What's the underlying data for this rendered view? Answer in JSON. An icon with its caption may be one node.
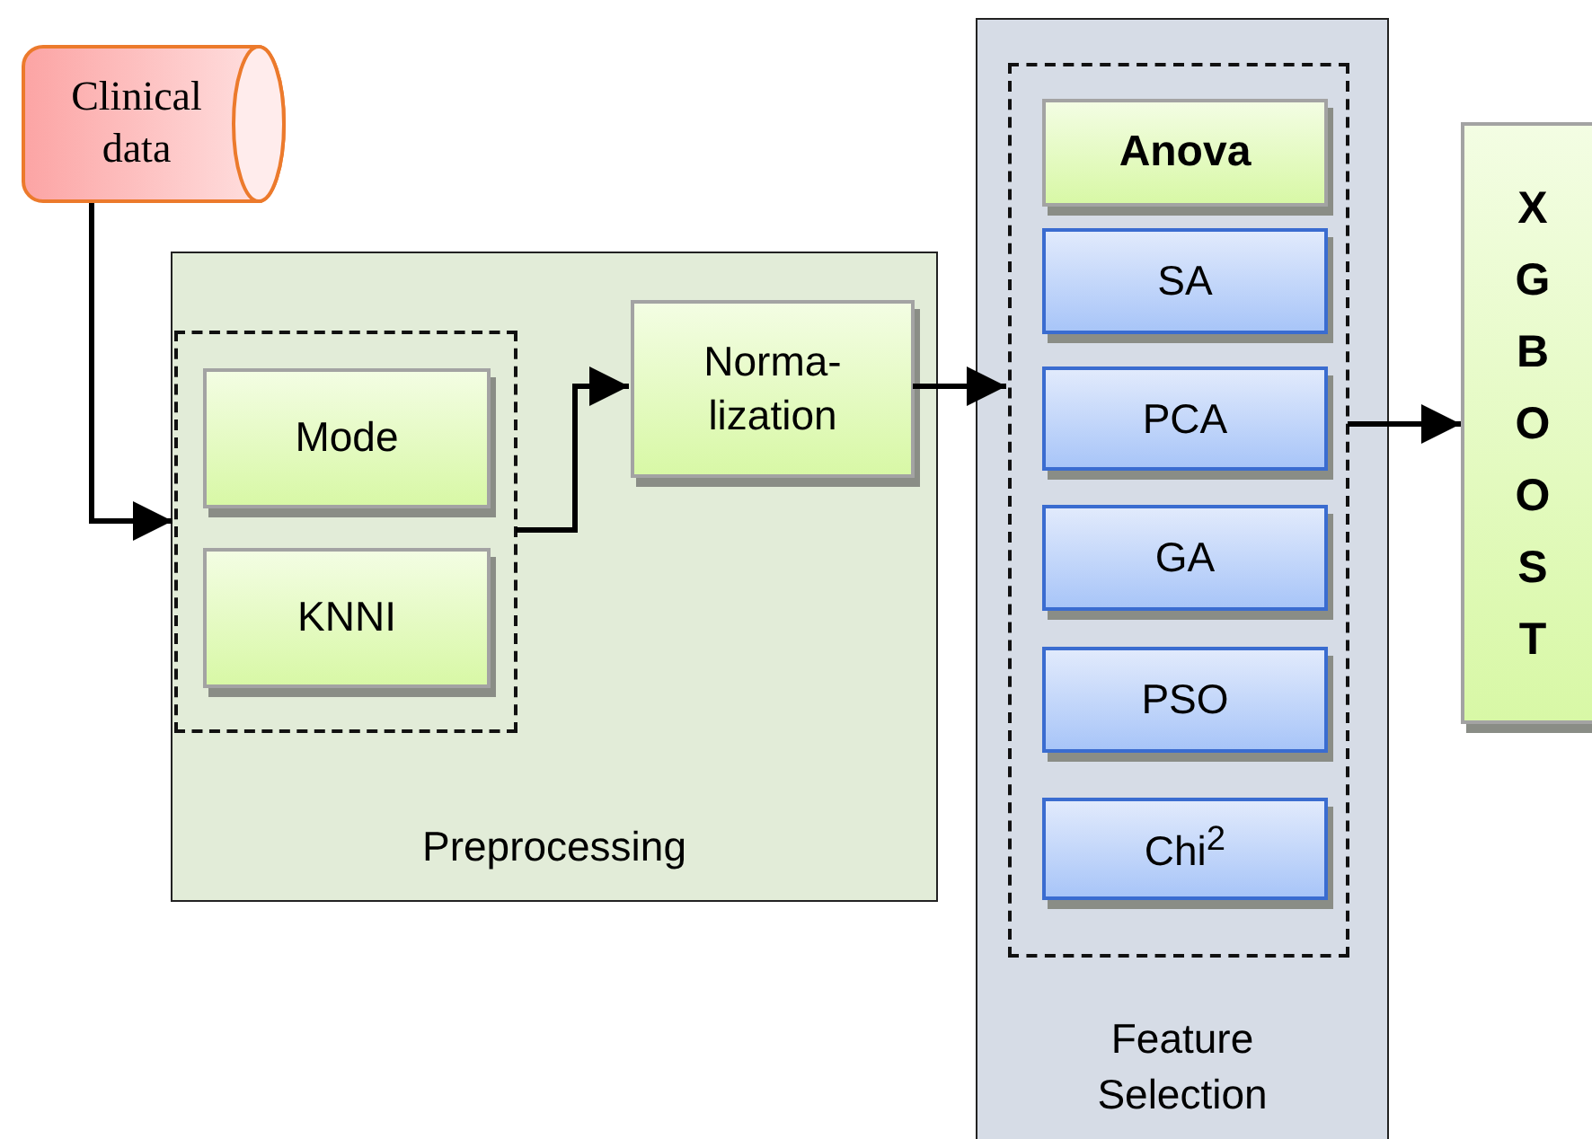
{
  "diagram": {
    "nodes": [
      {
        "text": [
          "Clinical data"
        ]
      },
      {
        "text": [
          "Preprocessing"
        ]
      },
      {
        "text": [],
        "shape": "box",
        "in": 1
      },
      {
        "text": [
          "Mode"
        ],
        "in": 2
      },
      {
        "text": [
          "KNNI"
        ],
        "in": 2
      },
      {
        "text": [
          "Norma- lization"
        ],
        "in": 1
      },
      {
        "text": [
          "Feature Selection"
        ]
      },
      {
        "text": [],
        "shape": "box",
        "in": 6
      },
      {
        "text": [
          "Anova"
        ],
        "in": 7
      },
      {
        "text": [
          "SA"
        ],
        "in": 7
      },
      {
        "text": [
          "PCA"
        ],
        "in": 7
      },
      {
        "text": [
          "GA"
        ],
        "in": 7
      },
      {
        "text": [
          "PSO"
        ],
        "in": 7
      },
      {
        "text": [
          "Chi$^{2}$"
        ],
        "in": 7
      },
      {
        "text": [
          "XGBOOST"
        ]
      }
    ],
    "edges": [
      {
        "from": 0,
        "to": 2,
        "arrow": "to"
      },
      {
        "from": 2,
        "to": 5,
        "arrow": "to"
      },
      {
        "from": 5,
        "to": 7,
        "arrow": "to"
      },
      {
        "from": 7,
        "to": 14,
        "arrow": "to"
      }
    ]
  }
}
